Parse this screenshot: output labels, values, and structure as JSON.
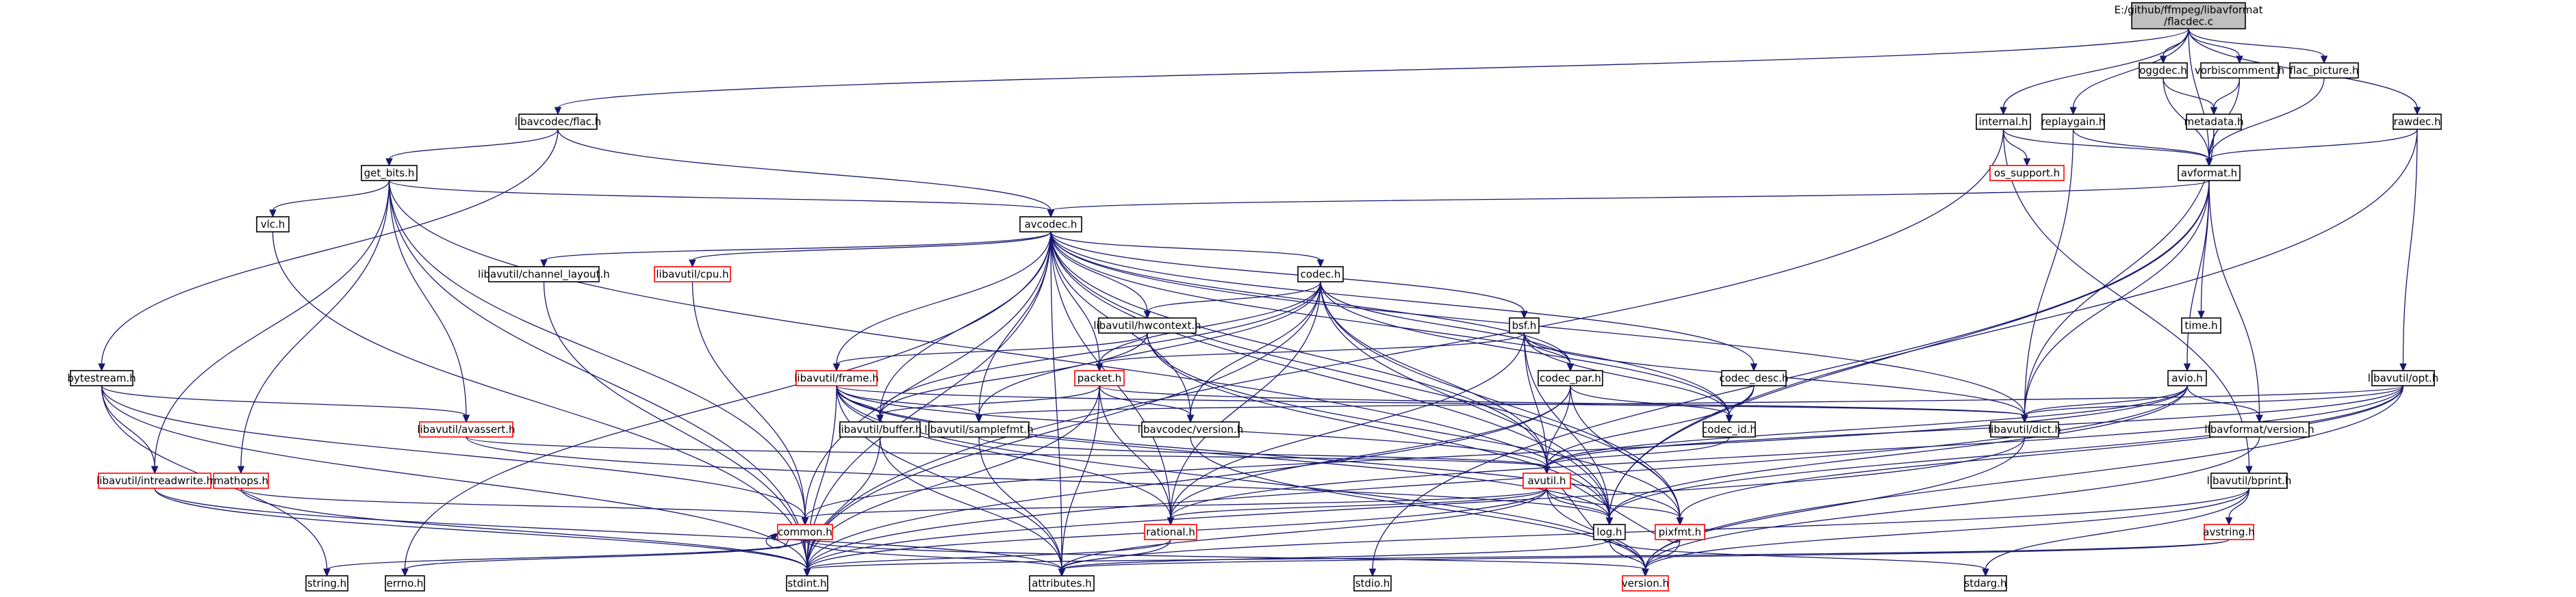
{
  "colors": {
    "edge": "#191970",
    "node_border": "#000000",
    "node_border_missing": "#ff0000",
    "root_fill": "#bfbfbf",
    "node_fill": "#ffffff"
  },
  "nodes": [
    {
      "id": "root",
      "lines": [
        "E:/github/ffmpeg/libavformat",
        "/flacdec.c"
      ],
      "style": "root"
    },
    {
      "id": "libavcodec_flac",
      "lines": [
        "libavcodec/flac.h"
      ],
      "style": "normal"
    },
    {
      "id": "internal",
      "lines": [
        "internal.h"
      ],
      "style": "normal"
    },
    {
      "id": "replaygain",
      "lines": [
        "replaygain.h"
      ],
      "style": "normal"
    },
    {
      "id": "oggdec",
      "lines": [
        "oggdec.h"
      ],
      "style": "normal"
    },
    {
      "id": "vorbiscomment",
      "lines": [
        "vorbiscomment.h"
      ],
      "style": "normal"
    },
    {
      "id": "flac_picture",
      "lines": [
        "flac_picture.h"
      ],
      "style": "normal"
    },
    {
      "id": "rawdec",
      "lines": [
        "rawdec.h"
      ],
      "style": "normal"
    },
    {
      "id": "metadata",
      "lines": [
        "metadata.h"
      ],
      "style": "normal"
    },
    {
      "id": "get_bits",
      "lines": [
        "get_bits.h"
      ],
      "style": "normal"
    },
    {
      "id": "os_support",
      "lines": [
        "os_support.h"
      ],
      "style": "missing"
    },
    {
      "id": "avformat",
      "lines": [
        "avformat.h"
      ],
      "style": "normal"
    },
    {
      "id": "vlc",
      "lines": [
        "vlc.h"
      ],
      "style": "normal"
    },
    {
      "id": "avcodec",
      "lines": [
        "avcodec.h"
      ],
      "style": "normal"
    },
    {
      "id": "channel_layout",
      "lines": [
        "libavutil/channel_layout.h"
      ],
      "style": "normal"
    },
    {
      "id": "cpu",
      "lines": [
        "libavutil/cpu.h"
      ],
      "style": "missing"
    },
    {
      "id": "codec",
      "lines": [
        "codec.h"
      ],
      "style": "normal"
    },
    {
      "id": "time",
      "lines": [
        "time.h"
      ],
      "style": "normal"
    },
    {
      "id": "hwcontext",
      "lines": [
        "libavutil/hwcontext.h"
      ],
      "style": "normal"
    },
    {
      "id": "bsf",
      "lines": [
        "bsf.h"
      ],
      "style": "normal"
    },
    {
      "id": "bytestream",
      "lines": [
        "bytestream.h"
      ],
      "style": "normal"
    },
    {
      "id": "frame",
      "lines": [
        "libavutil/frame.h"
      ],
      "style": "missing"
    },
    {
      "id": "packet",
      "lines": [
        "packet.h"
      ],
      "style": "missing"
    },
    {
      "id": "codec_par",
      "lines": [
        "codec_par.h"
      ],
      "style": "normal"
    },
    {
      "id": "codec_desc",
      "lines": [
        "codec_desc.h"
      ],
      "style": "normal"
    },
    {
      "id": "avio",
      "lines": [
        "avio.h"
      ],
      "style": "normal"
    },
    {
      "id": "opt",
      "lines": [
        "libavutil/opt.h"
      ],
      "style": "normal"
    },
    {
      "id": "avassert",
      "lines": [
        "libavutil/avassert.h"
      ],
      "style": "missing"
    },
    {
      "id": "buffer",
      "lines": [
        "libavutil/buffer.h"
      ],
      "style": "normal"
    },
    {
      "id": "samplefmt",
      "lines": [
        "libavutil/samplefmt.h"
      ],
      "style": "normal"
    },
    {
      "id": "avcodec_version",
      "lines": [
        "libavcodec/version.h"
      ],
      "style": "normal"
    },
    {
      "id": "codec_id",
      "lines": [
        "codec_id.h"
      ],
      "style": "normal"
    },
    {
      "id": "dict",
      "lines": [
        "libavutil/dict.h"
      ],
      "style": "normal"
    },
    {
      "id": "avformat_version",
      "lines": [
        "libavformat/version.h"
      ],
      "style": "normal"
    },
    {
      "id": "intreadwrite",
      "lines": [
        "libavutil/intreadwrite.h"
      ],
      "style": "missing"
    },
    {
      "id": "mathops",
      "lines": [
        "mathops.h"
      ],
      "style": "missing"
    },
    {
      "id": "avutil",
      "lines": [
        "avutil.h"
      ],
      "style": "missing"
    },
    {
      "id": "bprint",
      "lines": [
        "libavutil/bprint.h"
      ],
      "style": "normal"
    },
    {
      "id": "common",
      "lines": [
        "common.h"
      ],
      "style": "missing"
    },
    {
      "id": "rational",
      "lines": [
        "rational.h"
      ],
      "style": "missing"
    },
    {
      "id": "log",
      "lines": [
        "log.h"
      ],
      "style": "normal"
    },
    {
      "id": "pixfmt",
      "lines": [
        "pixfmt.h"
      ],
      "style": "missing"
    },
    {
      "id": "avstring",
      "lines": [
        "avstring.h"
      ],
      "style": "missing"
    },
    {
      "id": "string",
      "lines": [
        "string.h"
      ],
      "style": "normal"
    },
    {
      "id": "errno",
      "lines": [
        "errno.h"
      ],
      "style": "normal"
    },
    {
      "id": "stdint",
      "lines": [
        "stdint.h"
      ],
      "style": "normal"
    },
    {
      "id": "attributes",
      "lines": [
        "attributes.h"
      ],
      "style": "normal"
    },
    {
      "id": "stdio",
      "lines": [
        "stdio.h"
      ],
      "style": "normal"
    },
    {
      "id": "version",
      "lines": [
        "version.h"
      ],
      "style": "missing"
    },
    {
      "id": "stdarg",
      "lines": [
        "stdarg.h"
      ],
      "style": "normal"
    }
  ],
  "edges": [
    [
      "root",
      "libavcodec_flac"
    ],
    [
      "root",
      "internal"
    ],
    [
      "root",
      "replaygain"
    ],
    [
      "root",
      "oggdec"
    ],
    [
      "root",
      "vorbiscomment"
    ],
    [
      "root",
      "flac_picture"
    ],
    [
      "root",
      "rawdec"
    ],
    [
      "root",
      "avformat"
    ],
    [
      "libavcodec_flac",
      "get_bits"
    ],
    [
      "libavcodec_flac",
      "avcodec"
    ],
    [
      "libavcodec_flac",
      "bytestream"
    ],
    [
      "internal",
      "avformat"
    ],
    [
      "internal",
      "os_support"
    ],
    [
      "internal",
      "bprint"
    ],
    [
      "internal",
      "stdint"
    ],
    [
      "replaygain",
      "avformat"
    ],
    [
      "replaygain",
      "dict"
    ],
    [
      "oggdec",
      "metadata"
    ],
    [
      "oggdec",
      "avformat"
    ],
    [
      "vorbiscomment",
      "metadata"
    ],
    [
      "vorbiscomment",
      "avformat"
    ],
    [
      "flac_picture",
      "avformat"
    ],
    [
      "rawdec",
      "avformat"
    ],
    [
      "rawdec",
      "opt"
    ],
    [
      "rawdec",
      "log"
    ],
    [
      "metadata",
      "avformat"
    ],
    [
      "metadata",
      "dict"
    ],
    [
      "get_bits",
      "avcodec"
    ],
    [
      "get_bits",
      "vlc"
    ],
    [
      "get_bits",
      "avassert"
    ],
    [
      "get_bits",
      "intreadwrite"
    ],
    [
      "get_bits",
      "mathops"
    ],
    [
      "get_bits",
      "common"
    ],
    [
      "get_bits",
      "stdint"
    ],
    [
      "get_bits",
      "log"
    ],
    [
      "vlc",
      "stdint"
    ],
    [
      "avformat",
      "avcodec"
    ],
    [
      "avformat",
      "time"
    ],
    [
      "avformat",
      "avio"
    ],
    [
      "avformat",
      "dict"
    ],
    [
      "avformat",
      "avformat_version"
    ],
    [
      "avformat",
      "log"
    ],
    [
      "avformat",
      "stdio"
    ],
    [
      "avcodec",
      "channel_layout"
    ],
    [
      "avcodec",
      "cpu"
    ],
    [
      "avcodec",
      "codec"
    ],
    [
      "avcodec",
      "hwcontext"
    ],
    [
      "avcodec",
      "bsf"
    ],
    [
      "avcodec",
      "frame"
    ],
    [
      "avcodec",
      "packet"
    ],
    [
      "avcodec",
      "codec_par"
    ],
    [
      "avcodec",
      "codec_desc"
    ],
    [
      "avcodec",
      "buffer"
    ],
    [
      "avcodec",
      "samplefmt"
    ],
    [
      "avcodec",
      "avcodec_version"
    ],
    [
      "avcodec",
      "codec_id"
    ],
    [
      "avcodec",
      "dict"
    ],
    [
      "avcodec",
      "avutil"
    ],
    [
      "avcodec",
      "rational"
    ],
    [
      "avcodec",
      "log"
    ],
    [
      "avcodec",
      "pixfmt"
    ],
    [
      "avcodec",
      "attributes"
    ],
    [
      "avcodec",
      "stdint"
    ],
    [
      "avcodec",
      "common"
    ],
    [
      "avcodec",
      "errno"
    ],
    [
      "channel_layout",
      "stdint"
    ],
    [
      "cpu",
      "common"
    ],
    [
      "codec",
      "hwcontext"
    ],
    [
      "codec",
      "packet"
    ],
    [
      "codec",
      "codec_par"
    ],
    [
      "codec",
      "codec_id"
    ],
    [
      "codec",
      "samplefmt"
    ],
    [
      "codec",
      "avutil"
    ],
    [
      "codec",
      "log"
    ],
    [
      "codec",
      "pixfmt"
    ],
    [
      "codec",
      "rational"
    ],
    [
      "codec",
      "avcodec_version"
    ],
    [
      "codec",
      "stdint"
    ],
    [
      "codec",
      "buffer"
    ],
    [
      "hwcontext",
      "frame"
    ],
    [
      "hwcontext",
      "buffer"
    ],
    [
      "hwcontext",
      "pixfmt"
    ],
    [
      "hwcontext",
      "log"
    ],
    [
      "bsf",
      "packet"
    ],
    [
      "bsf",
      "codec_par"
    ],
    [
      "bsf",
      "codec_id"
    ],
    [
      "bsf",
      "dict"
    ],
    [
      "bsf",
      "log"
    ],
    [
      "bsf",
      "rational"
    ],
    [
      "bsf",
      "avutil"
    ],
    [
      "bytestream",
      "avassert"
    ],
    [
      "bytestream",
      "intreadwrite"
    ],
    [
      "bytestream",
      "common"
    ],
    [
      "bytestream",
      "stdint"
    ],
    [
      "bytestream",
      "string"
    ],
    [
      "frame",
      "buffer"
    ],
    [
      "frame",
      "samplefmt"
    ],
    [
      "frame",
      "avutil"
    ],
    [
      "frame",
      "dict"
    ],
    [
      "frame",
      "pixfmt"
    ],
    [
      "frame",
      "rational"
    ],
    [
      "frame",
      "log"
    ],
    [
      "frame",
      "attributes"
    ],
    [
      "frame",
      "stdint"
    ],
    [
      "frame",
      "version"
    ],
    [
      "packet",
      "buffer"
    ],
    [
      "packet",
      "avcodec_version"
    ],
    [
      "packet",
      "dict"
    ],
    [
      "packet",
      "rational"
    ],
    [
      "packet",
      "attributes"
    ],
    [
      "packet",
      "stdint"
    ],
    [
      "codec_par",
      "codec_id"
    ],
    [
      "codec_par",
      "avutil"
    ],
    [
      "codec_par",
      "rational"
    ],
    [
      "codec_par",
      "pixfmt"
    ],
    [
      "codec_par",
      "stdint"
    ],
    [
      "codec_desc",
      "codec_id"
    ],
    [
      "codec_desc",
      "avutil"
    ],
    [
      "avio",
      "dict"
    ],
    [
      "avio",
      "log"
    ],
    [
      "avio",
      "avformat_version"
    ],
    [
      "avio",
      "avutil"
    ],
    [
      "avio",
      "common"
    ],
    [
      "avio",
      "stdint"
    ],
    [
      "opt",
      "dict"
    ],
    [
      "opt",
      "log"
    ],
    [
      "opt",
      "pixfmt"
    ],
    [
      "opt",
      "rational"
    ],
    [
      "opt",
      "samplefmt"
    ],
    [
      "opt",
      "avutil"
    ],
    [
      "opt",
      "version"
    ],
    [
      "avassert",
      "avutil"
    ],
    [
      "avassert",
      "log"
    ],
    [
      "buffer",
      "stdint"
    ],
    [
      "buffer",
      "attributes"
    ],
    [
      "samplefmt",
      "avutil"
    ],
    [
      "samplefmt",
      "attributes"
    ],
    [
      "avcodec_version",
      "version"
    ],
    [
      "codec_id",
      "avutil"
    ],
    [
      "dict",
      "stdint"
    ],
    [
      "dict",
      "version"
    ],
    [
      "avformat_version",
      "version"
    ],
    [
      "intreadwrite",
      "stdint"
    ],
    [
      "intreadwrite",
      "attributes"
    ],
    [
      "mathops",
      "common"
    ],
    [
      "mathops",
      "stdint"
    ],
    [
      "avutil",
      "common"
    ],
    [
      "avutil",
      "rational"
    ],
    [
      "avutil",
      "log"
    ],
    [
      "avutil",
      "pixfmt"
    ],
    [
      "avutil",
      "attributes"
    ],
    [
      "avutil",
      "version"
    ],
    [
      "avutil",
      "stdint"
    ],
    [
      "bprint",
      "avstring"
    ],
    [
      "bprint",
      "attributes"
    ],
    [
      "bprint",
      "stdarg"
    ],
    [
      "bprint",
      "version"
    ],
    [
      "common",
      "attributes"
    ],
    [
      "common",
      "stdint"
    ],
    [
      "common",
      "errno"
    ],
    [
      "common",
      "string"
    ],
    [
      "common",
      "version"
    ],
    [
      "common",
      "common"
    ],
    [
      "rational",
      "attributes"
    ],
    [
      "rational",
      "stdint"
    ],
    [
      "log",
      "avutil"
    ],
    [
      "log",
      "attributes"
    ],
    [
      "log",
      "version"
    ],
    [
      "log",
      "stdarg"
    ],
    [
      "pixfmt",
      "avutil"
    ],
    [
      "pixfmt",
      "version"
    ],
    [
      "avstring",
      "attributes"
    ],
    [
      "avstring",
      "stdint"
    ]
  ]
}
